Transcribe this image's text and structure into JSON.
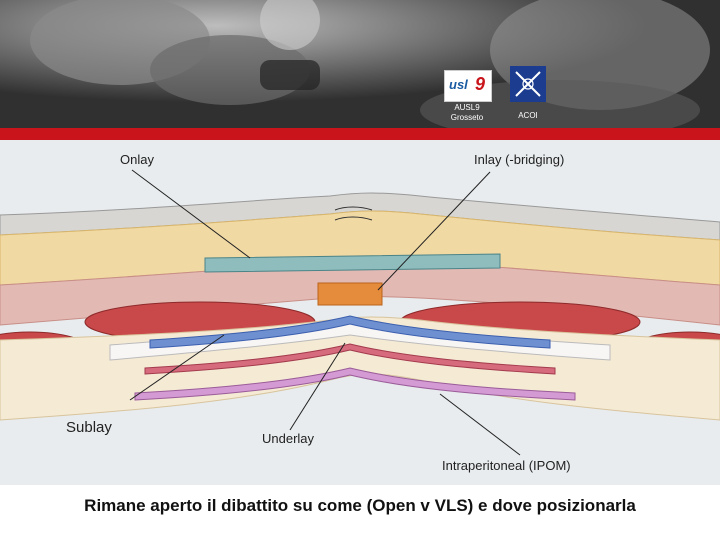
{
  "header": {
    "logo1": {
      "text": "usl",
      "num": "9",
      "caption_line1": "AUSL9",
      "caption_line2": "Grosseto"
    },
    "logo2": {
      "caption": "ACOI"
    }
  },
  "figure": {
    "labels": {
      "onlay": "Onlay",
      "inlay": "Inlay (-bridging)",
      "sublay": "Sublay",
      "underlay": "Underlay",
      "ipom": "Intraperitoneal (IPOM)"
    }
  },
  "caption": "Rimane aperto il dibattito su come (Open v VLS) e dove posizionarla"
}
